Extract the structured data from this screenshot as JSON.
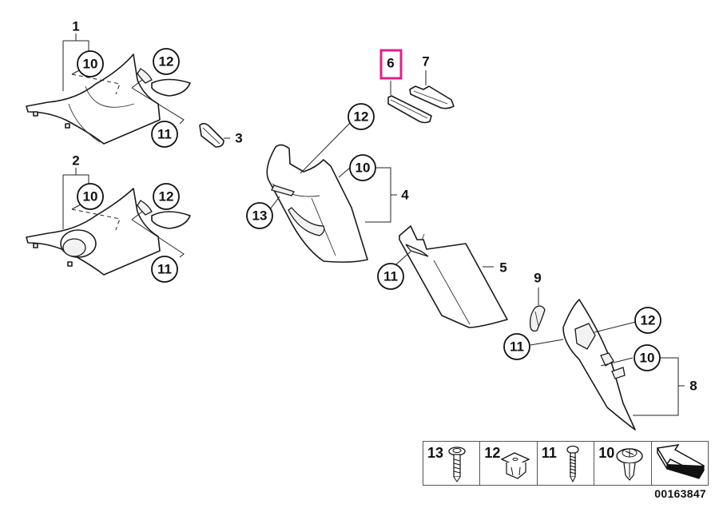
{
  "diagram": {
    "title": "Trim panel A-/B-pillar and steering column exploded view",
    "highlight_color": "#e0218a",
    "highlighted_part": "6",
    "part_labels": [
      {
        "id": "1",
        "text": "1"
      },
      {
        "id": "2",
        "text": "2"
      },
      {
        "id": "3",
        "text": "3"
      },
      {
        "id": "4",
        "text": "4"
      },
      {
        "id": "5",
        "text": "5"
      },
      {
        "id": "6",
        "text": "6"
      },
      {
        "id": "7",
        "text": "7"
      },
      {
        "id": "8",
        "text": "8"
      },
      {
        "id": "9",
        "text": "9"
      }
    ],
    "callouts": {
      "p1_10": "10",
      "p1_12": "12",
      "p1_11": "11",
      "p2_10": "10",
      "p2_12": "12",
      "p2_11": "11",
      "p4_12": "12",
      "p4_10": "10",
      "p4_13": "13",
      "p5_11": "11",
      "p8_12": "12",
      "p8_11": "11",
      "p8_10": "10"
    }
  },
  "legend": {
    "items": [
      {
        "number": "13",
        "icon": "screw-with-washer-icon"
      },
      {
        "number": "12",
        "icon": "clip-nut-icon"
      },
      {
        "number": "11",
        "icon": "self-tapping-screw-icon"
      },
      {
        "number": "10",
        "icon": "expanding-rivet-icon"
      },
      {
        "number": "",
        "icon": "direction-arrow-icon"
      }
    ]
  },
  "part_number": "00163847"
}
